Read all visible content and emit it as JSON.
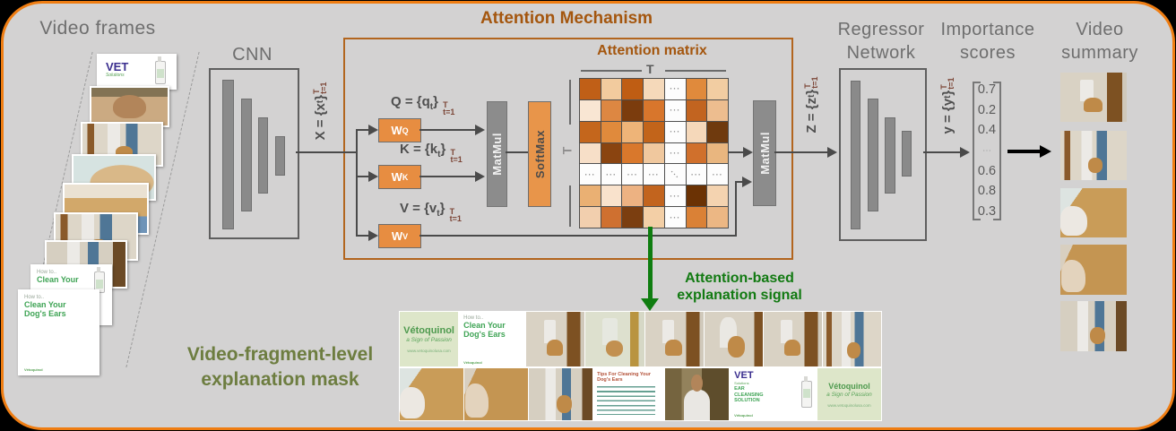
{
  "labels": {
    "video_frames": "Video frames",
    "cnn": "CNN",
    "attention_mechanism": "Attention Mechanism",
    "matmul": "MatMul",
    "softmax": "SoftMax",
    "regressor_line1": "Regressor",
    "regressor_line2": "Network",
    "importance_line1": "Importance",
    "importance_line2": "scores",
    "summary_line1": "Video",
    "summary_line2": "summary",
    "signal_line1": "Attention-based",
    "signal_line2": "explanation signal",
    "mask_line1": "Video-fragment-level",
    "mask_line2": "explanation mask"
  },
  "math": {
    "x": {
      "lead": "X = {x",
      "tsub": "t",
      "close": "}",
      "sup": "T",
      "sub": "t=1"
    },
    "q": {
      "lead": "Q = {q",
      "tsub": "t",
      "close": "}",
      "sup": "T",
      "sub": "t=1"
    },
    "k": {
      "lead": "K = {k",
      "tsub": "t",
      "close": "}",
      "sup": "T",
      "sub": "t=1"
    },
    "v": {
      "lead": "V = {v",
      "tsub": "t",
      "close": "}",
      "sup": "T",
      "sub": "t=1"
    },
    "z": {
      "lead": "Z = {z",
      "tsub": "t",
      "close": "}",
      "sup": "T",
      "sub": "t=1"
    },
    "y": {
      "lead": "y = {y",
      "tsub": "t",
      "close": "}",
      "sup": "T",
      "sub": "t=1"
    }
  },
  "weights": {
    "q": {
      "base": "W",
      "sub": "Q"
    },
    "k": {
      "base": "W",
      "sub": "K"
    },
    "v": {
      "base": "W",
      "sub": "V"
    }
  },
  "attention_matrix": {
    "title": "Attention matrix",
    "t_top": "T",
    "t_left": "T",
    "cells": [
      [
        "#c05f17",
        "#f2cb9e",
        "#bf5d13",
        "#f5d9ba",
        "d",
        "#e08a3c",
        "#f2cda2"
      ],
      [
        "#f9e6d3",
        "#dd8742",
        "#7b3c0d",
        "#d8762c",
        "d",
        "#c26420",
        "#edbd8f"
      ],
      [
        "#c4661c",
        "#e08a3c",
        "#eeb478",
        "#c2641a",
        "d",
        "#f5d8ba",
        "#6f3a0e"
      ],
      [
        "#f7dfc8",
        "#8a4410",
        "#d9782c",
        "#f0c89e",
        "d",
        "#d0702c",
        "#e9b67f"
      ],
      [
        "d",
        "d",
        "d",
        "d",
        "g",
        "d",
        "d"
      ],
      [
        "#eab073",
        "#f9e2cc",
        "#edb282",
        "#c2641e",
        "d",
        "#6b3204",
        "#f4d3b0"
      ],
      [
        "#f2cfae",
        "#cf7030",
        "#7b3e10",
        "#f3cfa6",
        "d",
        "#da8136",
        "#ecb784"
      ]
    ]
  },
  "importance": {
    "values": [
      "0.7",
      "0.2",
      "0.4",
      "⋯",
      "0.6",
      "0.8",
      "0.3"
    ]
  },
  "cards": {
    "vetoquinol": {
      "brand": "Vétoquinol",
      "tagline": "a Sign of Passion",
      "url": "www.vetoquinolusa.com"
    },
    "howto": {
      "kicker": "How to..",
      "line1": "Clean Your",
      "line2": "Dog's Ears",
      "brand": "Vétoquinol"
    },
    "vet_solutions": {
      "brand": "VET",
      "sub": "Solutions"
    },
    "tips": {
      "title": "Tips For Cleaning Your Dog's Ears"
    },
    "product": {
      "line1": "EAR",
      "line2": "CLEANSING",
      "line3": "SOLUTION",
      "brand": "Vétoquinol"
    }
  },
  "colors": {
    "panel_bg": "#d3d2d2",
    "panel_border": "#ef7d12",
    "attention_title": "#a4560e",
    "attention_box_border": "#b2651e",
    "weight_box": "#e78d41",
    "softmax_bar": "#e8954a",
    "matmul_bar": "#8c8c8c",
    "green_signal": "#127a12",
    "olive_mask_label": "#6d7d40"
  }
}
